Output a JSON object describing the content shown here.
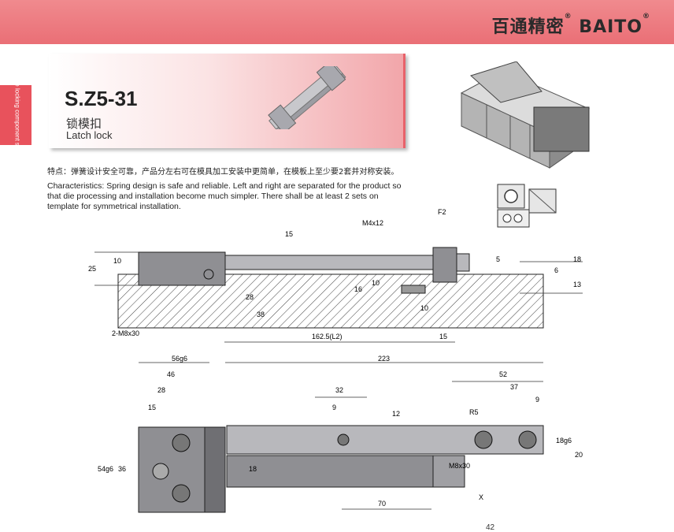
{
  "header": {
    "brand_cn": "百通精密",
    "brand_en": "BAITO",
    "reg": "®"
  },
  "sidetab": {
    "label": "Mode locking component series"
  },
  "product": {
    "model": "S.Z5-31",
    "name_cn": "锁模扣",
    "name_en": "Latch lock"
  },
  "description": {
    "cn": "特点：弹簧设计安全可靠，产品分左右可在模具加工安装中更简单，在模板上至少要2套并对称安装。",
    "en": "Characteristics: Spring design is safe and reliable. Left and right are separated for the product so that die processing and installation become much simpler. There shall be at least 2 sets on template for symmetrical installation."
  },
  "drawing1": {
    "labels": {
      "f2": "F2",
      "m4": "M4x12",
      "m8": "2-M8x30",
      "l2": "162.5(L2)"
    },
    "dims": {
      "d15top": "15",
      "d25": "25",
      "d10a": "10",
      "d16": "16",
      "d10b": "10",
      "d28": "28",
      "d38": "38",
      "d10c": "10",
      "d15b": "15",
      "d5": "5",
      "d18": "18",
      "d6": "6",
      "d13": "13"
    }
  },
  "drawing2": {
    "labels": {
      "m8": "M8x30",
      "r5": "R5",
      "x": "X"
    },
    "dims": {
      "d56g6": "56g6",
      "d46": "46",
      "d28": "28",
      "d15": "15",
      "d223": "223",
      "d32": "32",
      "d9a": "9",
      "d12": "12",
      "d52": "52",
      "d37": "37",
      "d9b": "9",
      "d18g6": "18g6",
      "d20": "20",
      "d54g6": "54g6",
      "d36": "36",
      "d18": "18",
      "d70": "70"
    }
  },
  "page": {
    "number": "42"
  }
}
